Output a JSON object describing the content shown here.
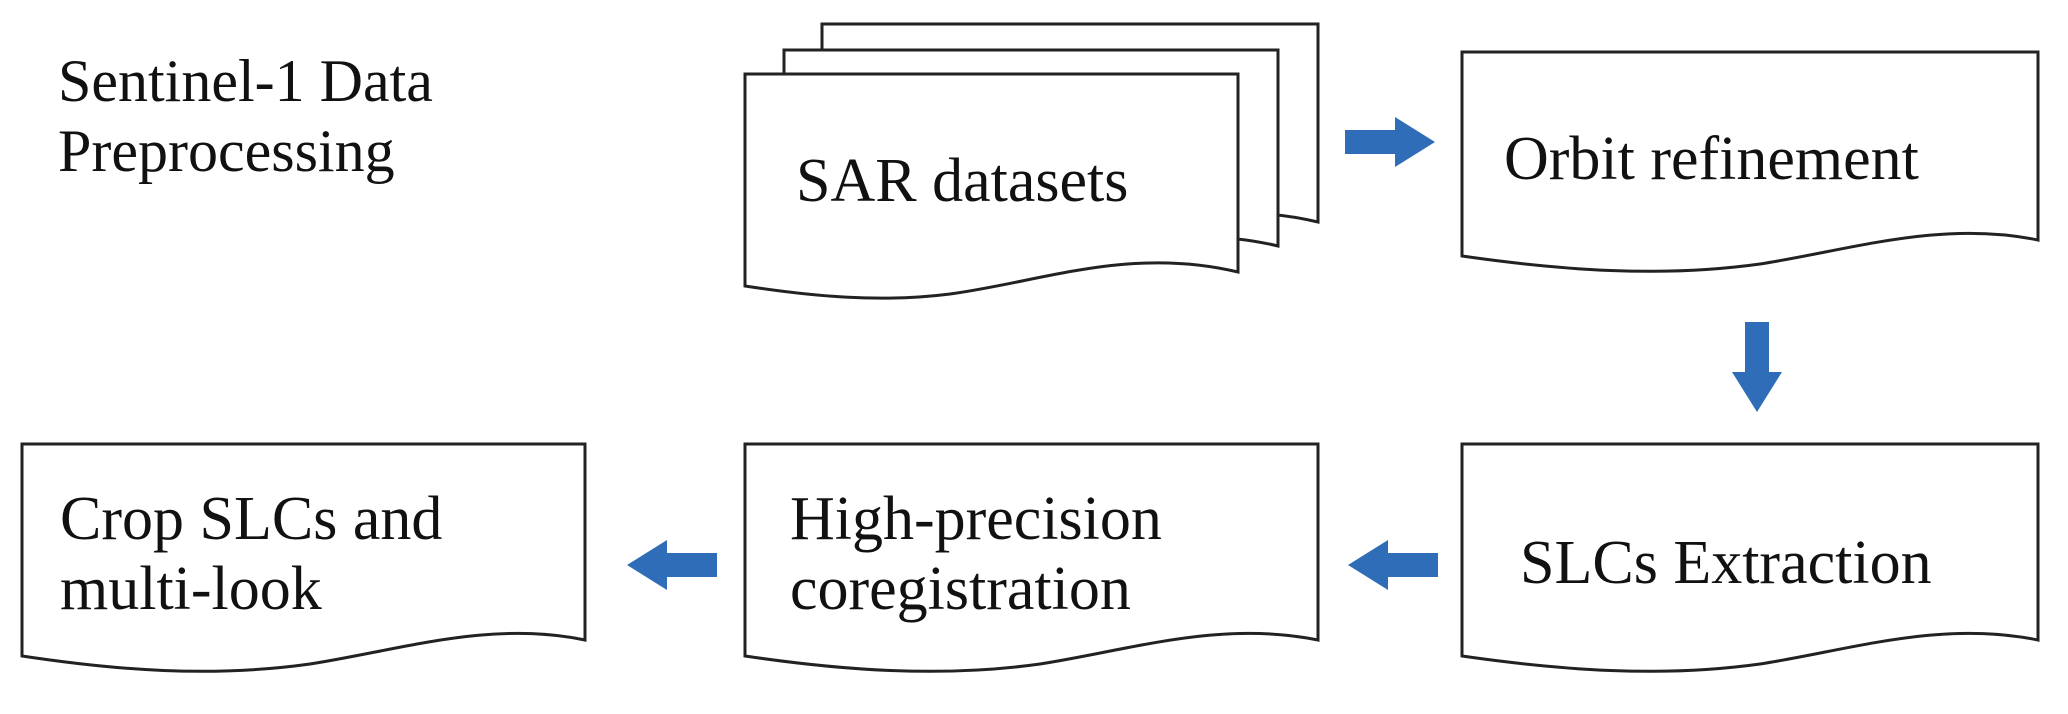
{
  "diagram": {
    "title_line1": "Sentinel-1 Data",
    "title_line2": "Preprocessing",
    "nodes": {
      "sar_datasets": "SAR datasets",
      "orbit_refinement": "Orbit refinement",
      "slcs_extraction": "SLCs Extraction",
      "coregistration_line1": "High-precision",
      "coregistration_line2": "coregistration",
      "crop_line1": "Crop SLCs and",
      "crop_line2": "multi-look"
    },
    "colors": {
      "arrow": "#2f6db8",
      "box_stroke": "#222222",
      "text": "#111111"
    }
  }
}
